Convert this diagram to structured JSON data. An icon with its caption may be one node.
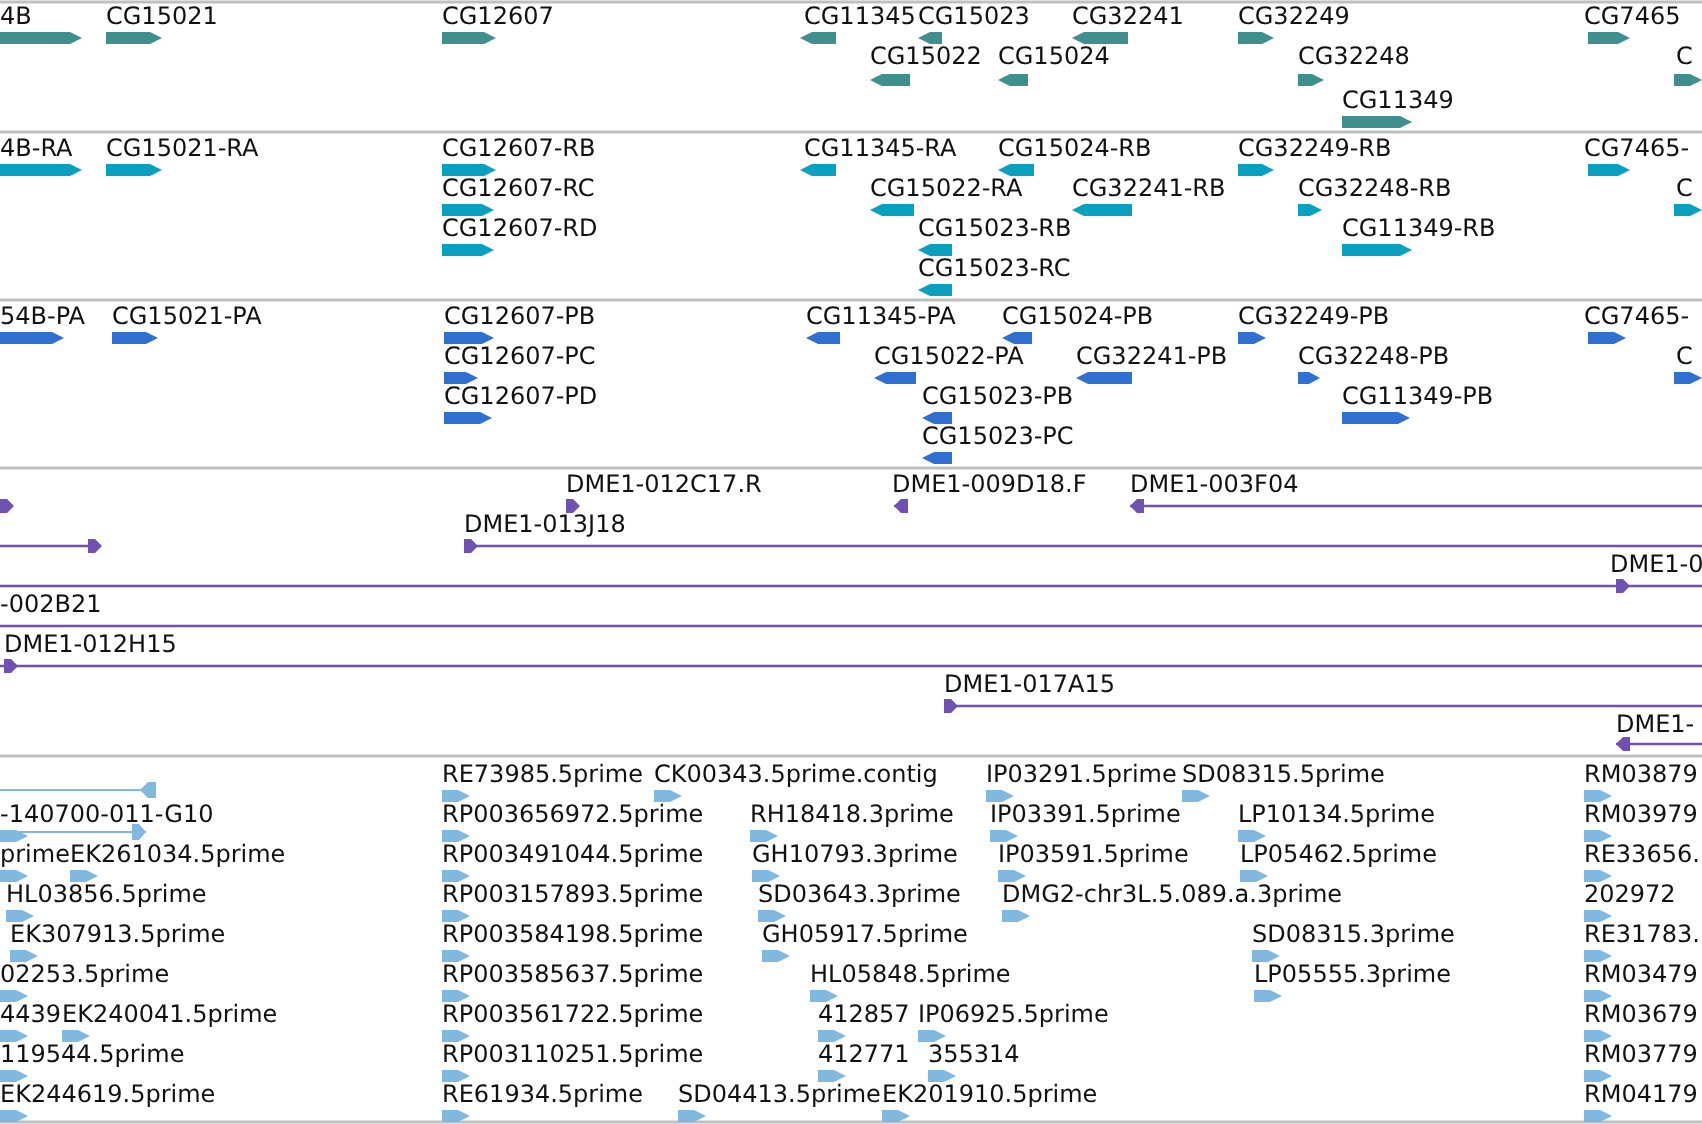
{
  "diagram": {
    "labels": [
      "4B",
      "CG15021",
      "CG12607",
      "CG11345",
      "CG15023",
      "CG32241",
      "CG32249",
      "CG7465",
      "CG15022",
      "CG15024",
      "CG32248",
      "C",
      "CG11349",
      "4B-RA",
      "CG15021-RA",
      "CG12607-RB",
      "CG11345-RA",
      "CG15024-RB",
      "CG32249-RB",
      "CG7465-",
      "CG12607-RC",
      "CG15022-RA",
      "CG32241-RB",
      "CG32248-RB",
      "C",
      "CG12607-RD",
      "CG15023-RB",
      "CG11349-RB",
      "CG15023-RC",
      "54B-PA",
      "CG15021-PA",
      "CG12607-PB",
      "CG11345-PA",
      "CG15024-PB",
      "CG32249-PB",
      "CG7465-",
      "CG12607-PC",
      "CG15022-PA",
      "CG32241-PB",
      "CG32248-PB",
      "C",
      "CG12607-PD",
      "CG15023-PB",
      "CG11349-PB",
      "CG15023-PC",
      "DME1-012C17.R",
      "DME1-009D18.F",
      "DME1-003F04",
      "DME1-013J18",
      "DME1-0",
      "-002B21",
      "DME1-012H15",
      "DME1-017A15",
      "DME1-",
      "RE73985.5prime",
      "CK00343.5prime.contig",
      "IP03291.5prime",
      "SD08315.5prime",
      "RM03879",
      "-140700-011-G10",
      "RP003656972.5prime",
      "RH18418.3prime",
      "IP03391.5prime",
      "LP10134.5prime",
      "RM03979",
      "prime",
      "EK261034.5prime",
      "RP003491044.5prime",
      "GH10793.3prime",
      "IP03591.5prime",
      "LP05462.5prime",
      "RE33656.",
      "HL03856.5prime",
      "RP003157893.5prime",
      "SD03643.3prime",
      "DMG2-chr3L.5.089.a.3prime",
      "202972",
      "EK307913.5prime",
      "RP003584198.5prime",
      "GH05917.5prime",
      "SD08315.3prime",
      "RE31783.",
      "02253.5prime",
      "RP003585637.5prime",
      "HL05848.5prime",
      "LP05555.3prime",
      "RM03479",
      "4439",
      "EK240041.5prime",
      "RP003561722.5prime",
      "412857",
      "IP06925.5prime",
      "RM03679",
      "119544.5prime",
      "RP003110251.5prime",
      "412771",
      "355314",
      "RM03779",
      "EK244619.5prime",
      "RE61934.5prime",
      "SD04413.5prime",
      "EK201910.5prime",
      "RM04179"
    ]
  }
}
